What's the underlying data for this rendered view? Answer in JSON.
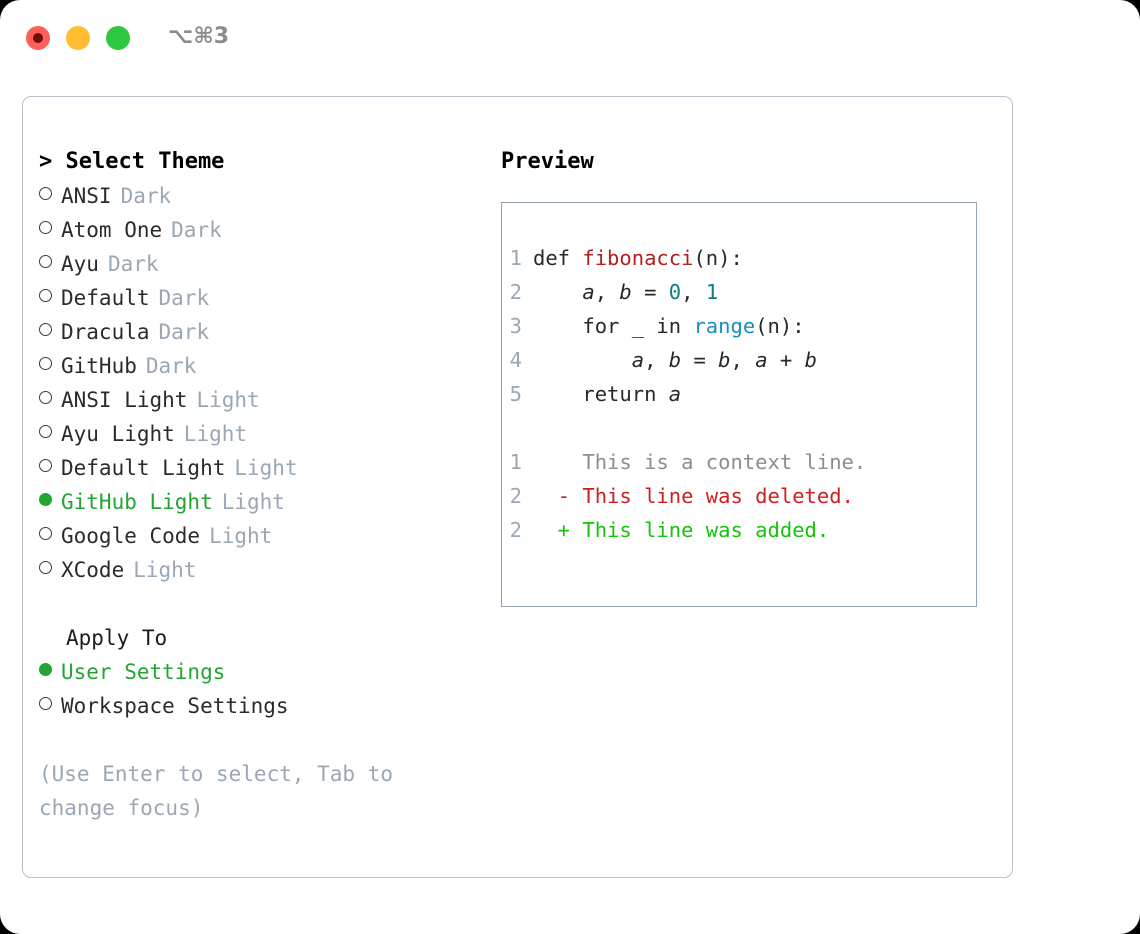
{
  "titlebar": {
    "shortcut": "⌥⌘3",
    "buttons": [
      {
        "name": "close",
        "color": "#ff5f56"
      },
      {
        "name": "minimize",
        "color": "#febc2e"
      },
      {
        "name": "maximize",
        "color": "#2bc840"
      }
    ]
  },
  "theme_picker": {
    "header": "> Select Theme",
    "items": [
      {
        "label": "ANSI",
        "mode": "Dark",
        "selected": false
      },
      {
        "label": "Atom One",
        "mode": "Dark",
        "selected": false
      },
      {
        "label": "Ayu",
        "mode": "Dark",
        "selected": false
      },
      {
        "label": "Default",
        "mode": "Dark",
        "selected": false
      },
      {
        "label": "Dracula",
        "mode": "Dark",
        "selected": false
      },
      {
        "label": "GitHub",
        "mode": "Dark",
        "selected": false
      },
      {
        "label": "ANSI Light",
        "mode": "Light",
        "selected": false
      },
      {
        "label": "Ayu Light",
        "mode": "Light",
        "selected": false
      },
      {
        "label": "Default Light",
        "mode": "Light",
        "selected": false
      },
      {
        "label": "GitHub Light",
        "mode": "Light",
        "selected": true
      },
      {
        "label": "Google Code",
        "mode": "Light",
        "selected": false
      },
      {
        "label": "XCode",
        "mode": "Light",
        "selected": false
      }
    ]
  },
  "apply_to": {
    "header": "Apply To",
    "items": [
      {
        "label": "User Settings",
        "selected": true
      },
      {
        "label": "Workspace Settings",
        "selected": false
      }
    ]
  },
  "hint": "(Use Enter to select, Tab to change focus)",
  "preview": {
    "title": "Preview",
    "code_lines": [
      {
        "num": "1",
        "indent": "",
        "tokens": [
          {
            "text": "def ",
            "type": "keyword"
          },
          {
            "text": "fibonacci",
            "type": "function"
          },
          {
            "text": "(n):",
            "type": "plain"
          }
        ]
      },
      {
        "num": "2",
        "indent": "    ",
        "tokens": [
          {
            "text": "a",
            "type": "var"
          },
          {
            "text": ", ",
            "type": "plain"
          },
          {
            "text": "b",
            "type": "var"
          },
          {
            "text": " = ",
            "type": "plain"
          },
          {
            "text": "0",
            "type": "number"
          },
          {
            "text": ", ",
            "type": "plain"
          },
          {
            "text": "1",
            "type": "number"
          }
        ]
      },
      {
        "num": "3",
        "indent": "    ",
        "tokens": [
          {
            "text": "for _ in ",
            "type": "keyword"
          },
          {
            "text": "range",
            "type": "builtin"
          },
          {
            "text": "(n):",
            "type": "plain"
          }
        ]
      },
      {
        "num": "4",
        "indent": "        ",
        "tokens": [
          {
            "text": "a",
            "type": "var"
          },
          {
            "text": ", ",
            "type": "plain"
          },
          {
            "text": "b",
            "type": "var"
          },
          {
            "text": " = ",
            "type": "plain"
          },
          {
            "text": "b",
            "type": "var"
          },
          {
            "text": ", ",
            "type": "plain"
          },
          {
            "text": "a",
            "type": "var"
          },
          {
            "text": " + ",
            "type": "plain"
          },
          {
            "text": "b",
            "type": "var"
          }
        ]
      },
      {
        "num": "5",
        "indent": "    ",
        "tokens": [
          {
            "text": "return ",
            "type": "keyword"
          },
          {
            "text": "a",
            "type": "var"
          }
        ]
      }
    ],
    "diff_lines": [
      {
        "num": "1",
        "prefix": "  ",
        "text": "This is a context line.",
        "kind": "context"
      },
      {
        "num": "2",
        "prefix": "- ",
        "text": "This line was deleted.",
        "kind": "deleted"
      },
      {
        "num": "2",
        "prefix": "+ ",
        "text": "This line was added.",
        "kind": "added"
      }
    ]
  },
  "colors": {
    "accent_green": "#22a532",
    "muted": "#9aa7b4",
    "border": "#93a2b1",
    "panel_border": "#b9c2cc",
    "code_function": "#b3201f",
    "code_number": "#0c7d7d",
    "code_builtin": "#1a8fc1",
    "diff_deleted": "#cc1f1f",
    "diff_added": "#16c20c",
    "diff_context": "#8d8d8d"
  }
}
